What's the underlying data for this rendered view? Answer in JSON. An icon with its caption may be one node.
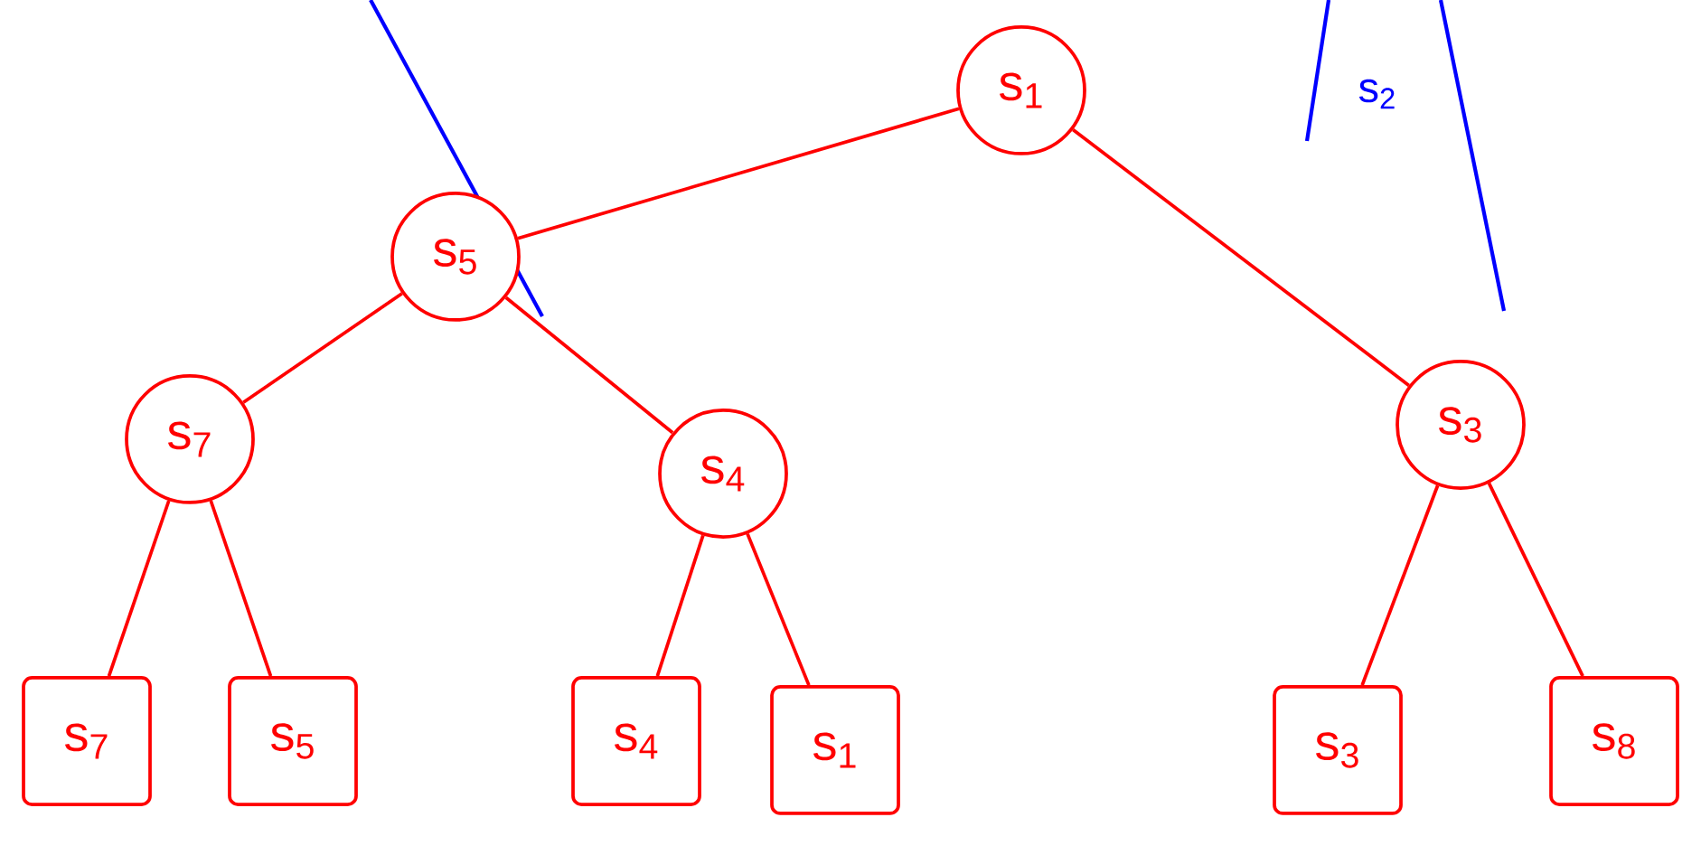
{
  "diagram": {
    "nodes": [
      {
        "text": [
          "s$_{1}$"
        ]
      },
      {
        "text": [
          "s$_{5}$"
        ]
      },
      {
        "text": [
          "s$_{3}$"
        ]
      },
      {
        "text": [
          "s$_{7}$"
        ]
      },
      {
        "text": [
          "s$_{4}$"
        ]
      },
      {
        "text": [
          "s$_{7}$"
        ]
      },
      {
        "text": [
          "s$_{5}$"
        ]
      },
      {
        "text": [
          "s$_{4}$"
        ]
      },
      {
        "text": [
          "s$_{1}$"
        ]
      },
      {
        "text": [
          "s$_{3}$"
        ]
      },
      {
        "text": [
          "s$_{8}$"
        ]
      }
    ],
    "edges": [
      {
        "from": 0,
        "to": 1,
        "arrow": "none"
      },
      {
        "from": 0,
        "to": 2,
        "arrow": "none"
      },
      {
        "from": 1,
        "to": 3,
        "arrow": "none"
      },
      {
        "from": 1,
        "to": 4,
        "arrow": "none"
      },
      {
        "from": 3,
        "to": 5,
        "arrow": "none"
      },
      {
        "from": 3,
        "to": 6,
        "arrow": "none"
      },
      {
        "from": 4,
        "to": 7,
        "arrow": "none"
      },
      {
        "from": 4,
        "to": 8,
        "arrow": "none"
      },
      {
        "from": 2,
        "to": 9,
        "arrow": "none"
      },
      {
        "from": 2,
        "to": 10,
        "arrow": "none"
      }
    ],
    "labels": [
      "s$_{2}$"
    ]
  }
}
